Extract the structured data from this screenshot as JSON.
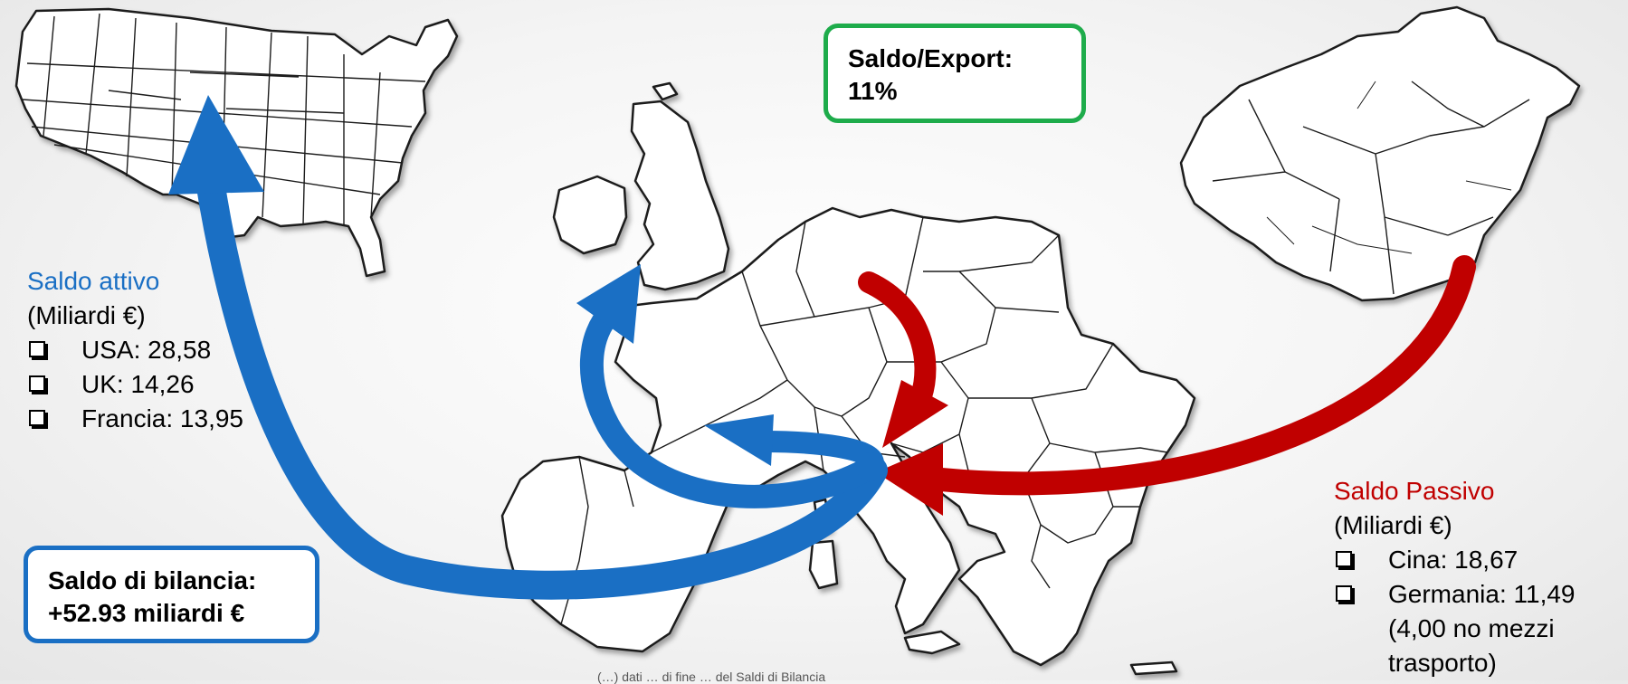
{
  "export_box": {
    "line1": "Saldo/Export:",
    "line2": "11%"
  },
  "balance_box": {
    "line1": "Saldo di bilancia:",
    "line2": "+52.93 miliardi €"
  },
  "active_legend": {
    "title": "Saldo attivo",
    "unit": "(Miliardi €)",
    "items": [
      {
        "label": "USA: 28,58"
      },
      {
        "label": "UK: 14,26"
      },
      {
        "label": "Francia: 13,95"
      }
    ]
  },
  "passive_legend": {
    "title": "Saldo Passivo",
    "unit": "(Miliardi €)",
    "items": [
      {
        "label": "Cina: 18,67",
        "sub": ""
      },
      {
        "label": "Germania: 11,49",
        "sub1": "(4,00 no mezzi",
        "sub2": "trasporto)"
      }
    ]
  },
  "source_note": "(…) dati … di fine … del Saldi di Bilancia",
  "colors": {
    "active": "#1a6fc4",
    "passive": "#c00000",
    "export_border": "#1eac4b",
    "land_stroke": "#1a1a1a"
  },
  "icons": [
    "checkbox-bullet-icon",
    "flow-arrow"
  ]
}
